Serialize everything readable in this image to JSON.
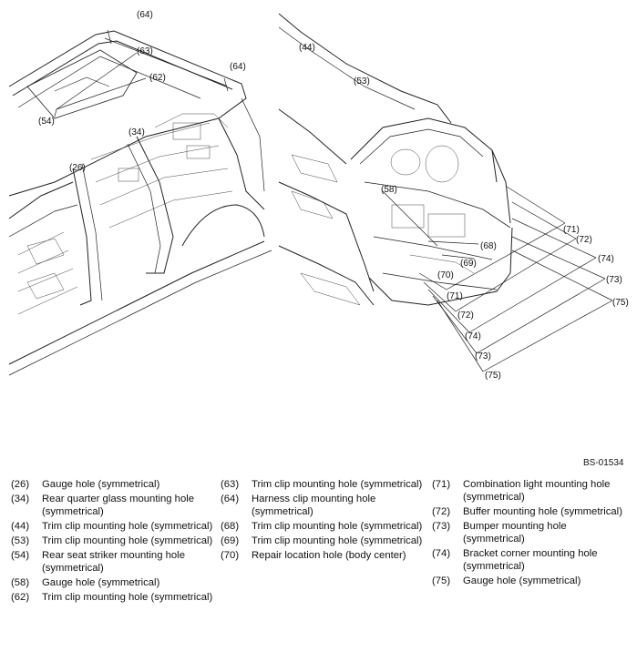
{
  "diagram": {
    "reference_code": "BS-01534",
    "left_callouts": [
      "(64)",
      "(63)",
      "(62)",
      "(64)",
      "(54)",
      "(34)",
      "(26)"
    ],
    "right_callouts": [
      "(44)",
      "(53)",
      "(58)",
      "(71)",
      "(72)",
      "(68)",
      "(74)",
      "(69)",
      "(73)",
      "(70)",
      "(75)",
      "(71)",
      "(72)",
      "(74)",
      "(73)",
      "(75)"
    ]
  },
  "legend": {
    "column1": [
      {
        "num": "(26)",
        "desc": "Gauge hole (symmetrical)"
      },
      {
        "num": "(34)",
        "desc": "Rear quarter glass mounting hole (symmetrical)"
      },
      {
        "num": "(44)",
        "desc": "Trim clip mounting hole (symmetrical)"
      },
      {
        "num": "(53)",
        "desc": "Trim clip mounting hole (symmetrical)"
      },
      {
        "num": "(54)",
        "desc": "Rear seat striker mounting hole (symmetrical)"
      },
      {
        "num": "(58)",
        "desc": "Gauge hole (symmetrical)"
      },
      {
        "num": "(62)",
        "desc": "Trim clip mounting hole (symmetrical)"
      }
    ],
    "column2": [
      {
        "num": "(63)",
        "desc": "Trim clip mounting hole (symmetrical)"
      },
      {
        "num": "(64)",
        "desc": "Harness clip mounting hole (symmetrical)"
      },
      {
        "num": "(68)",
        "desc": "Trim clip mounting hole (symmetrical)"
      },
      {
        "num": "(69)",
        "desc": "Trim clip mounting hole (symmetrical)"
      },
      {
        "num": "(70)",
        "desc": "Repair location hole (body center)"
      }
    ],
    "column3": [
      {
        "num": "(71)",
        "desc": "Combination light mounting hole (symmetrical)"
      },
      {
        "num": "(72)",
        "desc": "Buffer mounting hole (symmetrical)"
      },
      {
        "num": "(73)",
        "desc": "Bumper mounting hole (symmetrical)"
      },
      {
        "num": "(74)",
        "desc": "Bracket corner mounting hole (symmetrical)"
      },
      {
        "num": "(75)",
        "desc": "Gauge hole (symmetrical)"
      }
    ]
  }
}
